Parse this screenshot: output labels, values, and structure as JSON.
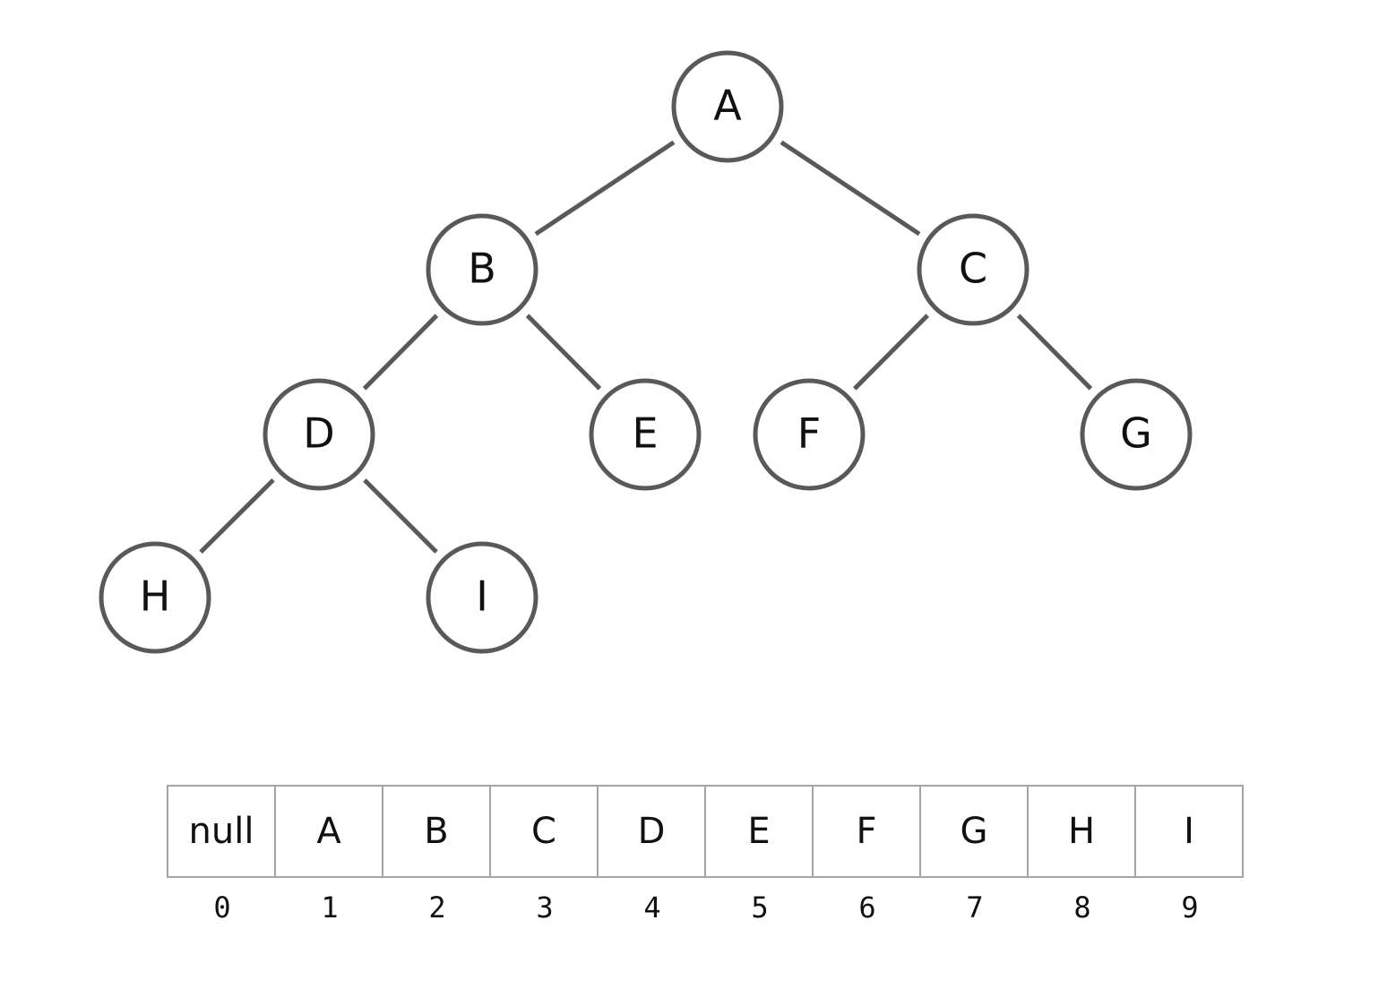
{
  "colors": {
    "stroke": "#595959",
    "cell_border": "#a6a6a6",
    "text": "#111111"
  },
  "tree": {
    "nodes": [
      {
        "id": "A",
        "label": "A"
      },
      {
        "id": "B",
        "label": "B"
      },
      {
        "id": "C",
        "label": "C"
      },
      {
        "id": "D",
        "label": "D"
      },
      {
        "id": "E",
        "label": "E"
      },
      {
        "id": "F",
        "label": "F"
      },
      {
        "id": "G",
        "label": "G"
      },
      {
        "id": "H",
        "label": "H"
      },
      {
        "id": "I",
        "label": "I"
      }
    ],
    "edges": [
      {
        "from": "A",
        "to": "B"
      },
      {
        "from": "A",
        "to": "C"
      },
      {
        "from": "B",
        "to": "D"
      },
      {
        "from": "B",
        "to": "E"
      },
      {
        "from": "C",
        "to": "F"
      },
      {
        "from": "C",
        "to": "G"
      },
      {
        "from": "D",
        "to": "H"
      },
      {
        "from": "D",
        "to": "I"
      }
    ]
  },
  "array": {
    "cells": [
      "null",
      "A",
      "B",
      "C",
      "D",
      "E",
      "F",
      "G",
      "H",
      "I"
    ],
    "indices": [
      "0",
      "1",
      "2",
      "3",
      "4",
      "5",
      "6",
      "7",
      "8",
      "9"
    ]
  }
}
